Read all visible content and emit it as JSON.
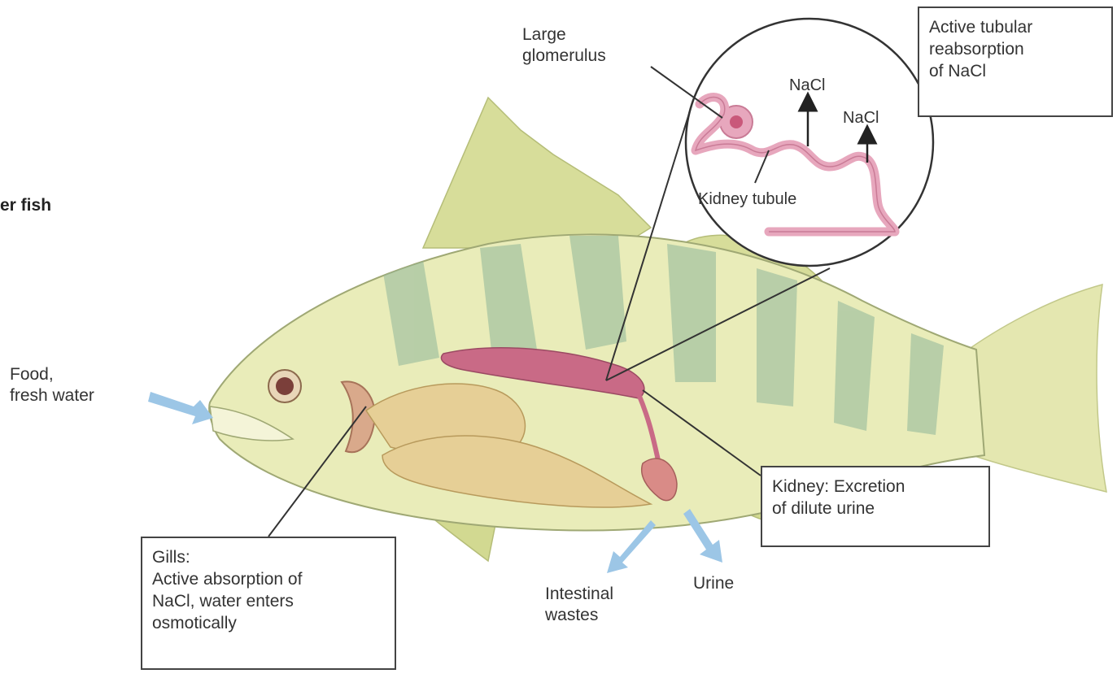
{
  "partial_title": "er fish",
  "labels": {
    "food_water": [
      "Food,",
      "fresh water"
    ],
    "large_glomerulus": [
      "Large",
      "glomerulus"
    ],
    "nacl_1": "NaCl",
    "nacl_2": "NaCl",
    "kidney_tubule": "Kidney tubule",
    "intestinal_wastes": [
      "Intestinal",
      "wastes"
    ],
    "urine": "Urine"
  },
  "boxes": {
    "tubular": [
      "Active tubular",
      "reabsorption",
      "of NaCl"
    ],
    "kidney": [
      "Kidney: Excretion",
      "of dilute urine"
    ],
    "gills": [
      "Gills:",
      "Active absorption of",
      "NaCl, water enters",
      "osmotically"
    ]
  },
  "colors": {
    "fish_body": "#e9ecb9",
    "fish_stripe": "#8fb79a",
    "fin": "#d7dd9a",
    "organ": "#e6cf96",
    "kidney": "#c96a86",
    "tubule": "#e7a7bd",
    "flow_arrow": "#9cc6e6",
    "line": "#333333"
  }
}
